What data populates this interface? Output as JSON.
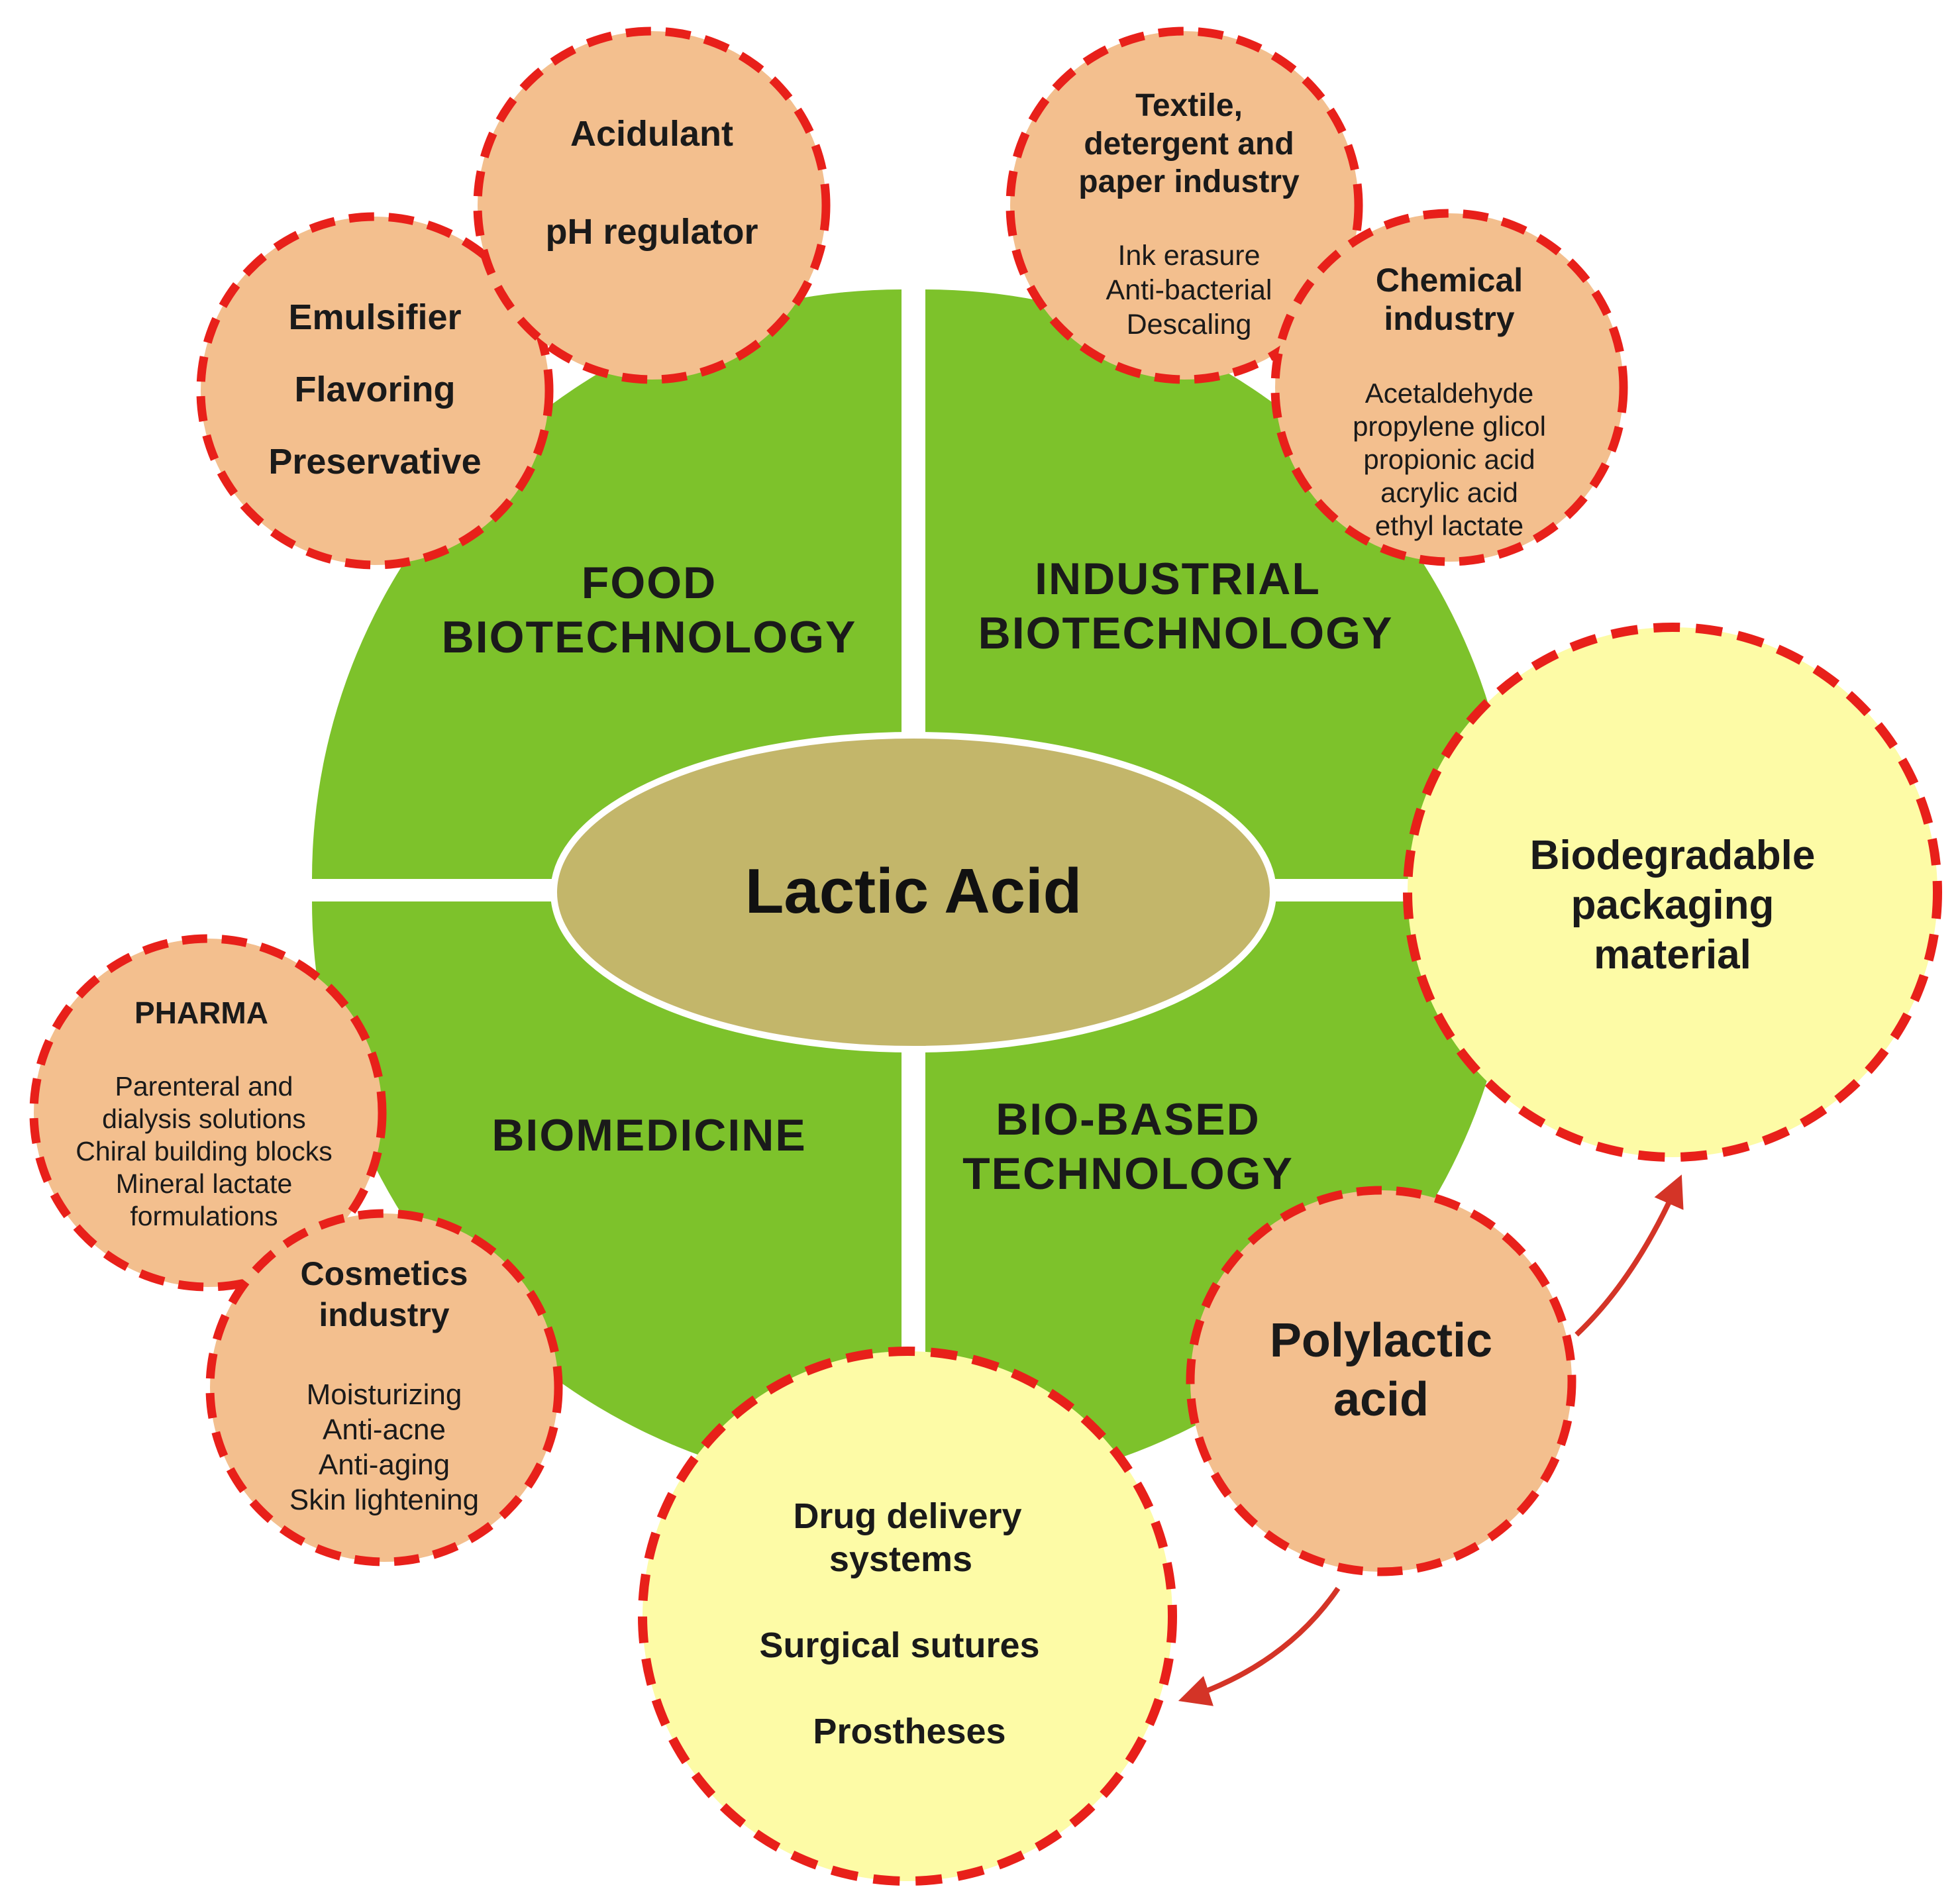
{
  "colors": {
    "green": "#7DC22B",
    "peach": "#F3BF8E",
    "yellow": "#FDFBA6",
    "dash": "#E8201A",
    "oval_fill": "#C3B66A",
    "oval_stroke": "#ffffff",
    "arrow": "#D43427"
  },
  "center": {
    "label": "Lactic Acid"
  },
  "sectors": {
    "food": {
      "line1": "FOOD",
      "line2": "BIOTECHNOLOGY"
    },
    "industrial": {
      "line1": "INDUSTRIAL",
      "line2": "BIOTECHNOLOGY"
    },
    "biomedicine": {
      "line1": "BIOMEDICINE"
    },
    "biobased": {
      "line1": "BIO-BASED",
      "line2": "TECHNOLOGY"
    }
  },
  "circles": {
    "acidulant": {
      "items": [
        "Acidulant",
        "pH regulator"
      ]
    },
    "emulsifier": {
      "items": [
        "Emulsifier",
        "Flavoring",
        "Preservative"
      ]
    },
    "textile": {
      "title": [
        "Textile,",
        "detergent and",
        "paper industry"
      ],
      "items": [
        "Ink erasure",
        "Anti-bacterial",
        "Descaling"
      ]
    },
    "chemical": {
      "title": [
        "Chemical",
        "industry"
      ],
      "items": [
        "Acetaldehyde",
        "propylene glicol",
        "propionic acid",
        "acrylic acid",
        "ethyl lactate"
      ]
    },
    "biodegradable": {
      "title": [
        "Biodegradable",
        "packaging",
        "material"
      ]
    },
    "pharma": {
      "title": [
        "PHARMA"
      ],
      "items": [
        "Parenteral and",
        "dialysis solutions",
        "Chiral building blocks",
        "Mineral lactate",
        "formulations"
      ]
    },
    "cosmetics": {
      "title": [
        "Cosmetics",
        "industry"
      ],
      "items": [
        "Moisturizing",
        "Anti-acne",
        "Anti-aging",
        "Skin lightening"
      ]
    },
    "polylactic": {
      "title": [
        "Polylactic",
        "acid"
      ]
    },
    "drug": {
      "items": [
        "Drug delivery",
        "systems",
        "Surgical sutures",
        "Prostheses"
      ]
    }
  }
}
